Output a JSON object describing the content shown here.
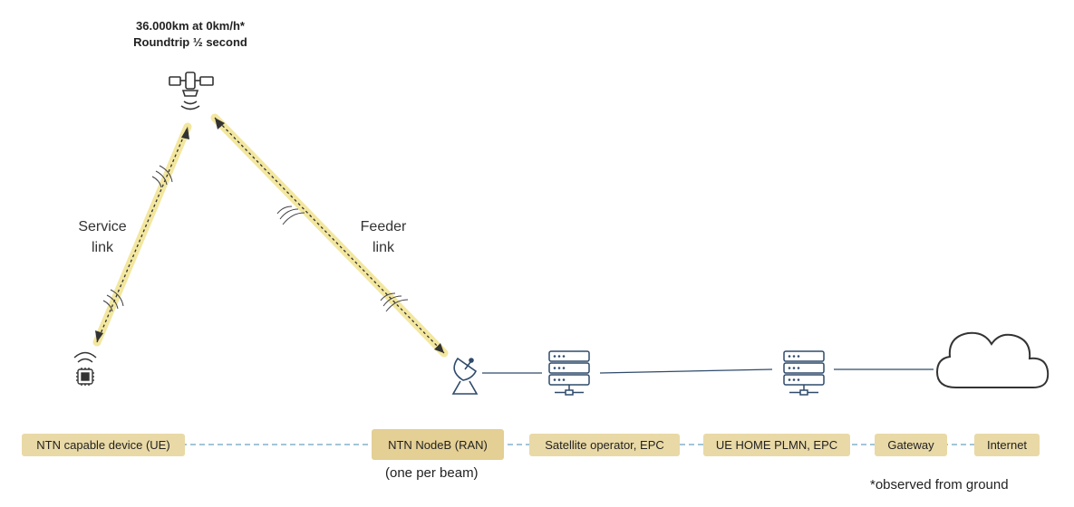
{
  "satellite": {
    "caption_line1": "36.000km at 0km/h*",
    "caption_line2": "Roundtrip ½ second",
    "icon": "satellite-icon"
  },
  "links": {
    "service": {
      "line1": "Service",
      "line2": "link"
    },
    "feeder": {
      "line1": "Feeder",
      "line2": "link"
    }
  },
  "chain": [
    {
      "id": "ue",
      "label": "NTN capable device (UE)"
    },
    {
      "id": "ran",
      "label": "NTN NodeB (RAN)"
    },
    {
      "id": "sat-op",
      "label": "Satellite operator, EPC"
    },
    {
      "id": "home-plmn",
      "label": "UE HOME PLMN, EPC"
    },
    {
      "id": "gateway",
      "label": "Gateway"
    },
    {
      "id": "internet",
      "label": "Internet"
    }
  ],
  "ran_note": "(one per beam)",
  "footnote": "*observed from ground",
  "colors": {
    "link_glow": "#f3e7a0",
    "box_fill": "#e9d9a6",
    "dashed_line": "#6aa2bd",
    "icon_stroke": "#2f4a6b"
  }
}
